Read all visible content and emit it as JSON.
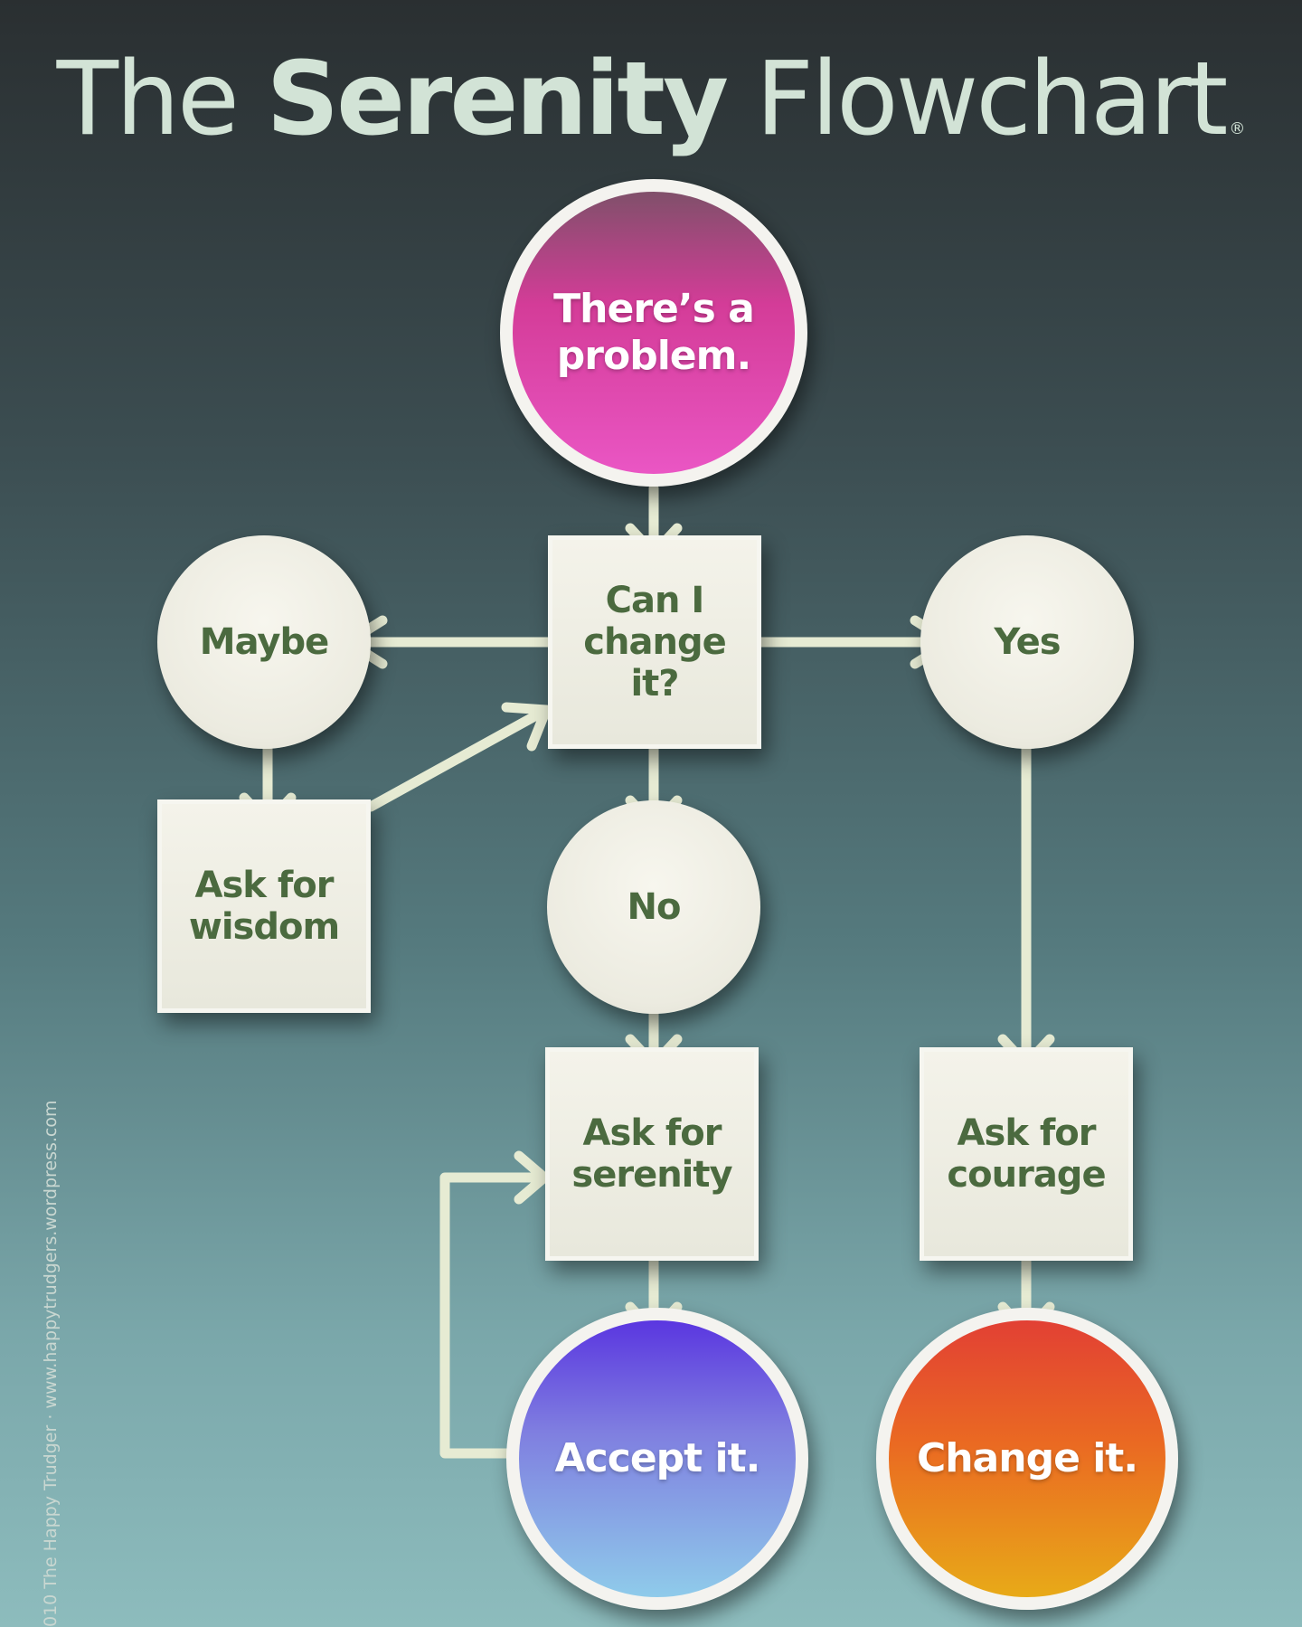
{
  "title": {
    "prefix": "The ",
    "emphasis": "Serenity",
    "suffix": " Flowchart",
    "mark": "®"
  },
  "nodes": {
    "start": "There’s a\nproblem.",
    "question": "Can I\nchange\nit?",
    "maybe": "Maybe",
    "yes": "Yes",
    "no": "No",
    "wisdom": "Ask for\nwisdom",
    "serenity": "Ask for\nserenity",
    "courage": "Ask for\ncourage",
    "accept": "Accept it.",
    "change": "Change it."
  },
  "edges": [
    {
      "from": "start",
      "to": "question"
    },
    {
      "from": "question",
      "to": "maybe"
    },
    {
      "from": "question",
      "to": "yes"
    },
    {
      "from": "question",
      "to": "no"
    },
    {
      "from": "maybe",
      "to": "wisdom"
    },
    {
      "from": "wisdom",
      "to": "question"
    },
    {
      "from": "no",
      "to": "serenity"
    },
    {
      "from": "yes",
      "to": "courage"
    },
    {
      "from": "serenity",
      "to": "accept"
    },
    {
      "from": "courage",
      "to": "change"
    },
    {
      "from": "accept",
      "to": "serenity"
    }
  ],
  "credit": "010 The Happy Trudger · www.happytrudgers.wordpress.com",
  "colors": {
    "connector": "#e6ebd3",
    "node_text": "#4b6a3f",
    "title_text": "#d2e3d6",
    "start_fill": "#e04aac",
    "accept_fill": "#7f7ee0",
    "change_fill": "#ea6a22"
  }
}
